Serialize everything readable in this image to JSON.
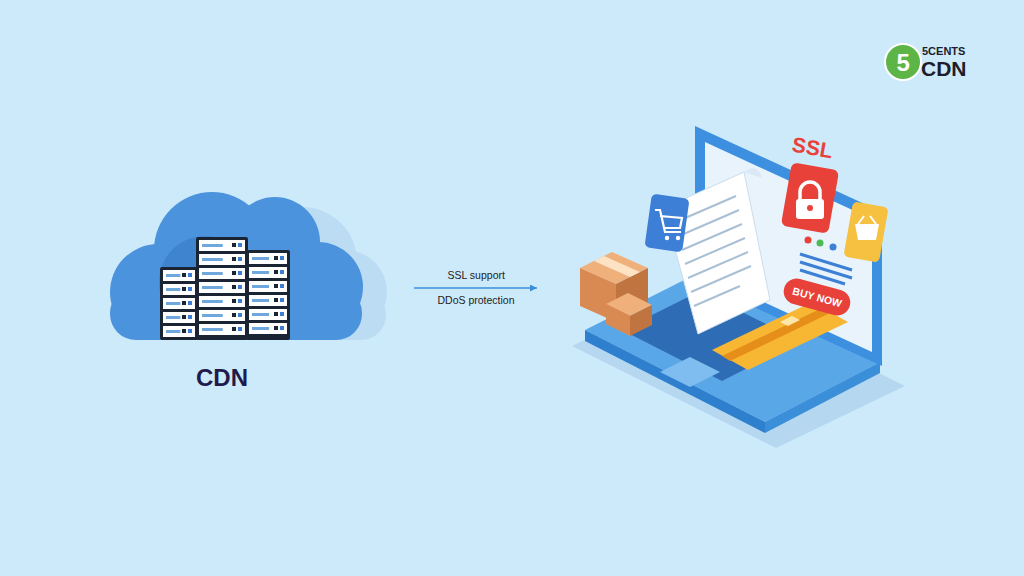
{
  "diagram": {
    "nodes": [
      {
        "text": [
          "CDN"
        ]
      },
      {
        "text": [
          "SSL",
          "BUY NOW"
        ]
      }
    ],
    "edges": [
      {
        "from": 0,
        "to": 1,
        "arrow": "to",
        "label": "SSL support"
      }
    ],
    "labels": [
      "DDoS protection",
      "5",
      "5CENTS",
      "CDN"
    ]
  }
}
